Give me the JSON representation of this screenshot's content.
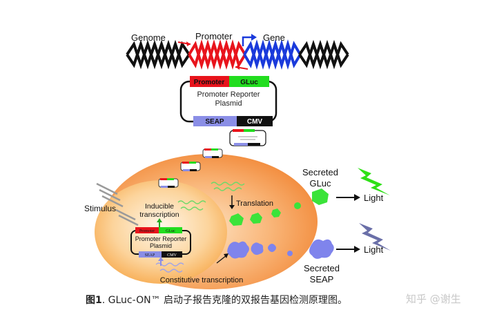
{
  "labels": {
    "genome": "Genome",
    "promoter": "Promoter",
    "gene": "Gene",
    "plasmid_promoter": "Promoter",
    "plasmid_gluc": "GLuc",
    "plasmid_name_1": "Promoter Reporter",
    "plasmid_name_2": "Plasmid",
    "plasmid_seap": "SEAP",
    "plasmid_cmv": "CMV",
    "stimulus": "Stimulus",
    "inducible_1": "Inducible",
    "inducible_2": "transcription",
    "translation": "Translation",
    "constitutive": "Constitutive transcription",
    "secreted_gluc_1": "Secreted",
    "secreted_gluc_2": "GLuc",
    "secreted_seap_1": "Secreted",
    "secreted_seap_2": "SEAP",
    "light_1": "Light",
    "light_2": "Light"
  },
  "caption": {
    "fig_label": "图1",
    "text": ". GLuc-ON™ 启动子报告克隆的双报告基因检测原理图。",
    "watermark": "知乎 @谢生"
  },
  "colors": {
    "promoter_red": "#e8141c",
    "gene_blue": "#1a3adb",
    "gluc_green": "#22dd1f",
    "seap_purple": "#8a8ee6",
    "cmv_black": "#111111",
    "cell_orange": "#f59a4a",
    "light_gluc": "#2ee016",
    "light_seap": "#6a6fa8"
  }
}
